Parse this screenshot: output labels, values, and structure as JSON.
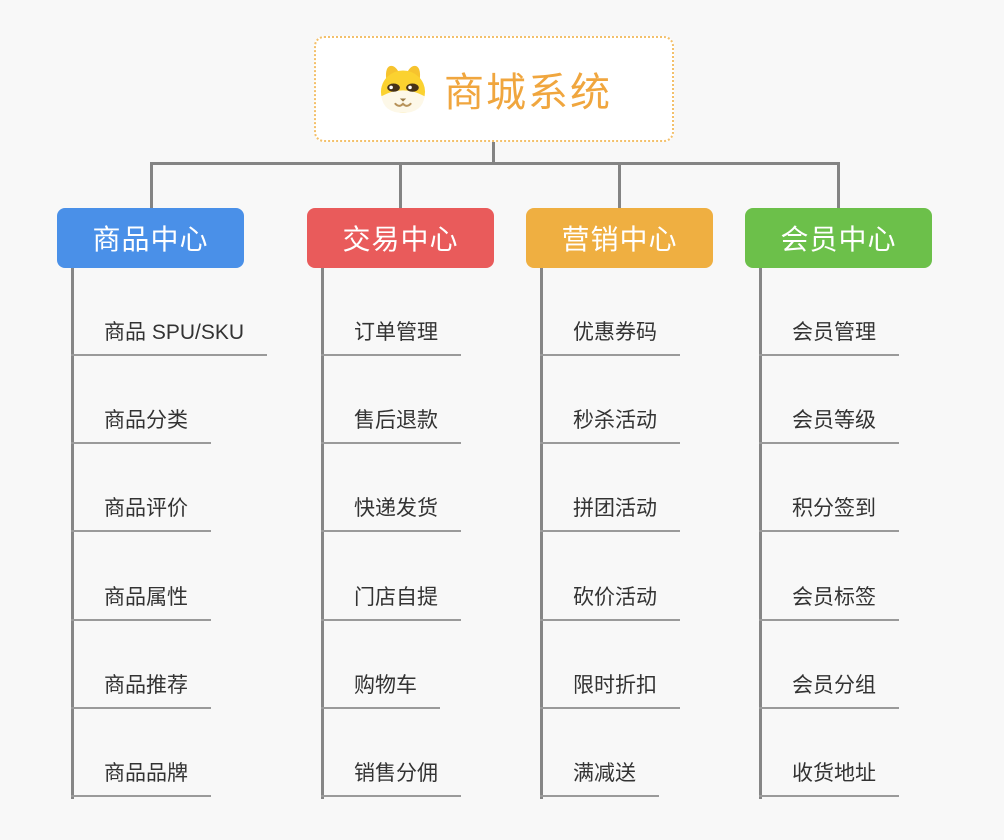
{
  "root": {
    "title": "商城系统",
    "icon": "shiba-dog-icon"
  },
  "colors": {
    "background": "#f8f8f8",
    "root_border": "#f3c06b",
    "root_title": "#f0a63e",
    "connector": "#848484",
    "underline": "#9a9a9a",
    "leaf_text": "#333333"
  },
  "branches": [
    {
      "label": "商品中心",
      "color": "#4a90e8",
      "items": [
        "商品 SPU/SKU",
        "商品分类",
        "商品评价",
        "商品属性",
        "商品推荐",
        "商品品牌"
      ]
    },
    {
      "label": "交易中心",
      "color": "#e95b5b",
      "items": [
        "订单管理",
        "售后退款",
        "快递发货",
        "门店自提",
        "购物车",
        "销售分佣"
      ]
    },
    {
      "label": "营销中心",
      "color": "#efaf41",
      "items": [
        "优惠券码",
        "秒杀活动",
        "拼团活动",
        "砍价活动",
        "限时折扣",
        "满减送"
      ]
    },
    {
      "label": "会员中心",
      "color": "#6cc04a",
      "items": [
        "会员管理",
        "会员等级",
        "积分签到",
        "会员标签",
        "会员分组",
        "收货地址"
      ]
    }
  ]
}
